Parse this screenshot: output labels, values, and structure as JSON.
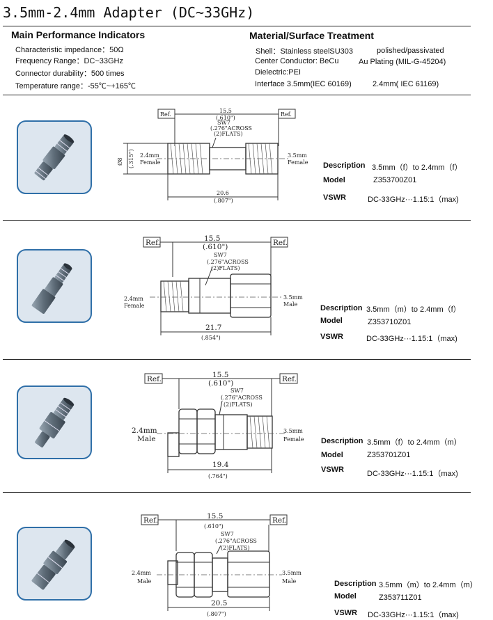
{
  "title": "3.5mm-2.4mm Adapter (DC~33GHz)",
  "performance": {
    "heading": "Main Performance Indicators",
    "items": [
      "Characteristic impedance：50Ω",
      "Frequency Range：DC~33GHz",
      "Connector durability：500 times",
      "Temperature range：-55℃~+165℃"
    ]
  },
  "material": {
    "heading": "Material/Surface Treatment",
    "shell_label": "Shell：Stainless steelSU303",
    "shell_finish": "polished/passivated",
    "conductor_label": "Center Conductor: BeCu",
    "conductor_finish": "Au Plating (MIL-G-45204)",
    "dielectric": "Dielectric:PEI",
    "interface_label": "Interface  3.5mm(IEC 60169)",
    "interface_value": "2.4mm( IEC 61169)"
  },
  "labels": {
    "description": "Description",
    "model": "Model",
    "vswr": "VSWR",
    "ref": "Ref.",
    "sw_line1": "SW7",
    "sw_line2": "(.276\"ACROSS",
    "sw_line3": "(2)FLATS)"
  },
  "products": [
    {
      "description": "3.5mm（f）to 2.4mm（f）",
      "model": "Z353700Z01",
      "vswr": "DC-33GHz···1.15:1（max)",
      "length_mm": "20.6",
      "length_in": "(.807\")",
      "hex_mm": "15.5",
      "hex_in": "(.610\")",
      "dia_mm": "Ø8",
      "dia_in": "(.315\")",
      "left_l1": "2.4mm",
      "left_l2": "Female",
      "right_l1": "3.5mm",
      "right_l2": "Female"
    },
    {
      "description": "3.5mm（m）to 2.4mm（f）",
      "model": "Z353710Z01",
      "vswr": "DC-33GHz···1.15:1（max)",
      "length_mm": "21.7",
      "length_in": "(.854\")",
      "hex_mm": "15.5",
      "hex_in": "(.610\")",
      "left_l1": "2.4mm",
      "left_l2": "Female",
      "right_l1": "3.5mm",
      "right_l2": "Male"
    },
    {
      "description": "3.5mm（f）to 2.4mm（m）",
      "model": "Z353701Z01",
      "vswr": "DC-33GHz···1.15:1（max)",
      "length_mm": "19.4",
      "length_in": "(.764\")",
      "hex_mm": "15.5",
      "hex_in": "(.610\")",
      "left_l1": "2.4mm",
      "left_l2": "Male",
      "right_l1": "3.5mm",
      "right_l2": "Female"
    },
    {
      "description": "3.5mm（m）to 2.4mm（m）",
      "model": "Z353711Z01",
      "vswr": "DC-33GHz···1.15:1（max)",
      "length_mm": "20.5",
      "length_in": "(.807\")",
      "hex_mm": "15.5",
      "hex_in": "(.610\")",
      "left_l1": "2.4mm",
      "left_l2": "Male",
      "right_l1": "3.5mm",
      "right_l2": "Male"
    }
  ]
}
